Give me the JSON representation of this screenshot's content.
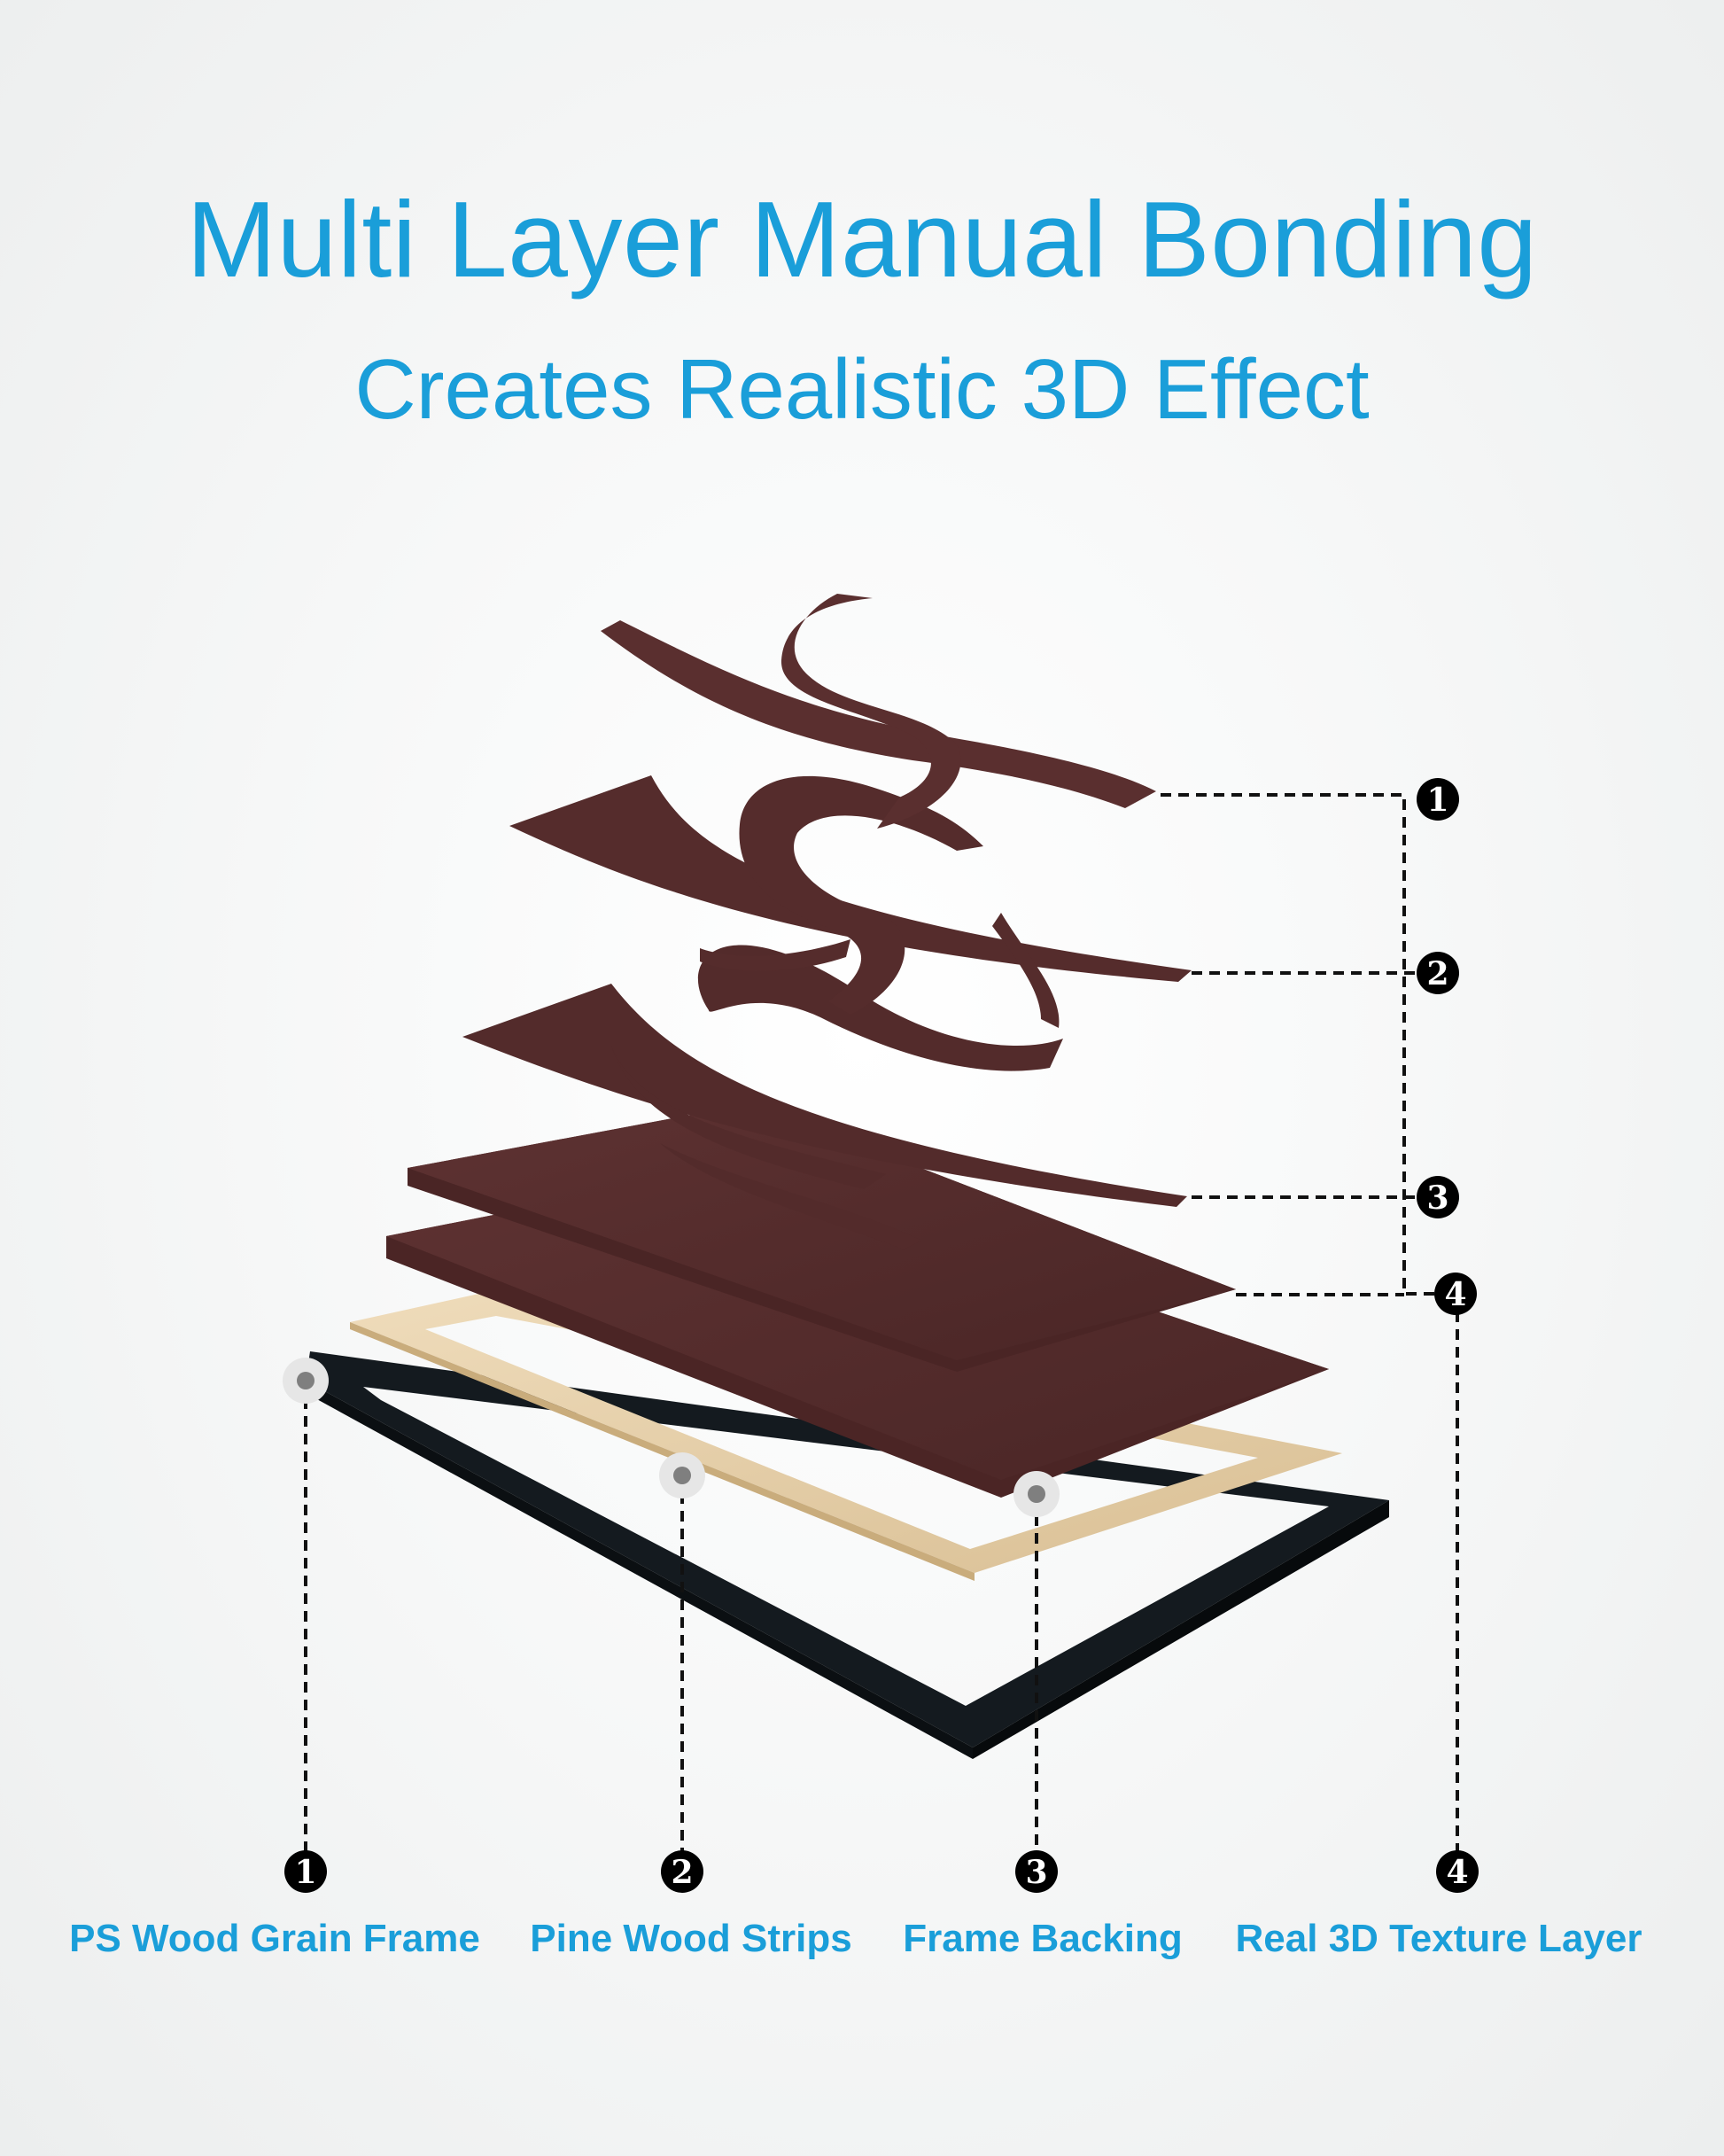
{
  "header": {
    "title": "Multi Layer Manual Bonding",
    "subtitle": "Creates Realistic 3D Effect"
  },
  "markers": [
    "1",
    "2",
    "3",
    "4"
  ],
  "layers": [
    {
      "marker": "1",
      "label": "PS Wood Grain Frame"
    },
    {
      "marker": "2",
      "label": "Pine Wood Strips"
    },
    {
      "marker": "3",
      "label": "Frame Backing"
    },
    {
      "marker": "4",
      "label": "Real 3D Texture Layer"
    }
  ],
  "colors": {
    "accent": "#1a9ed9",
    "texture_layer": "#5a2f2f",
    "pine_wood": "#e7cfa8",
    "frame": "#141a1f"
  }
}
